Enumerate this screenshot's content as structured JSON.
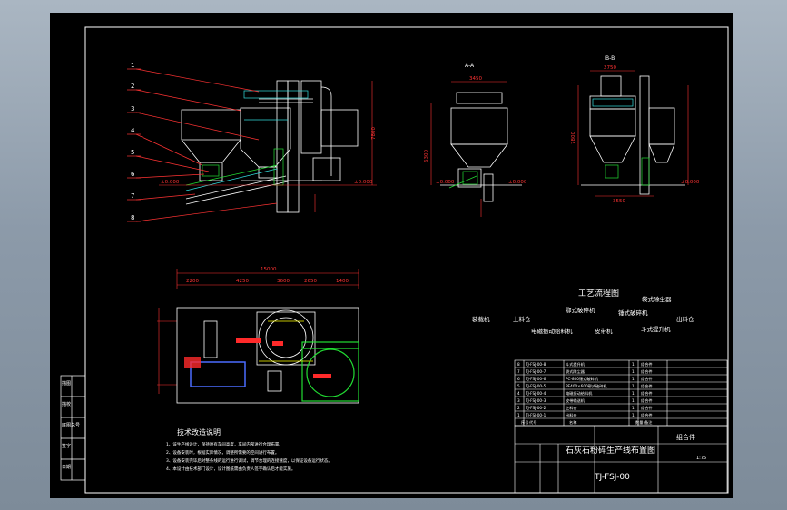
{
  "drawing": {
    "process_title": "工艺流程图",
    "process_nodes": [
      "袋式除尘器",
      "鄂式破碎机",
      "锤式破碎机",
      "斗式提升机",
      "出料仓",
      "装载机",
      "上料仓",
      "电磁振动给料机",
      "皮带机"
    ],
    "main_title": "石灰石粉碎生产线布置图",
    "drawing_no": "TJ-FSJ-00",
    "assembly": "组合件",
    "scale": "1:75",
    "notes_title": "技术改造说明",
    "notes": [
      "1、该生产线设计，保持原有车间高度，车间内部进行合理布置。",
      "2、设备安装时，根据实际情况，调整所需要的空间进行布置。",
      "3、设备安装完毕后对整条线的运行进行调试，调节合理的连接速度，以保证设备运行状态。",
      "4、本设计由技术部门设计，设计图纸需由负责人签字确认后才能实施。"
    ],
    "section_labels": [
      "A-A",
      "B-B"
    ],
    "callouts": [
      "1",
      "2",
      "3",
      "4",
      "5",
      "6",
      "7",
      "8"
    ],
    "dims": {
      "total_length": "15000",
      "plan_segments": [
        "2200",
        "4250",
        "3600",
        "2650",
        "1400"
      ],
      "heights": [
        "7800",
        "6300",
        "7800"
      ],
      "levels": [
        "±0.000",
        "±0.000",
        "±0.000",
        "±0.000",
        "±0.000"
      ],
      "widths": [
        "3450",
        "2750",
        "3550"
      ]
    },
    "bom": [
      [
        "8",
        "TJ-FSJ-00-8",
        "斗式提升机",
        "1",
        "组合件"
      ],
      [
        "7",
        "TJ-FSJ-00-7",
        "袋式除尘器",
        "1",
        "组合件"
      ],
      [
        "6",
        "TJ-FSJ-00-6",
        "PC-800锤式破碎机",
        "1",
        "组合件"
      ],
      [
        "5",
        "TJ-FSJ-00-5",
        "PE400×600鄂式破碎机",
        "1",
        "组合件"
      ],
      [
        "4",
        "TJ-FSJ-00-4",
        "电磁振动给料机",
        "1",
        "组合件"
      ],
      [
        "3",
        "TJ-FSJ-00-3",
        "皮带输送机",
        "1",
        "组合件"
      ],
      [
        "2",
        "TJ-FSJ-00-2",
        "上料仓",
        "1",
        "组合件"
      ],
      [
        "1",
        "TJ-FSJ-00-1",
        "出料仓",
        "1",
        "组合件"
      ]
    ],
    "bom_header": [
      "序号",
      "代号",
      "名称",
      "数量",
      "备注"
    ],
    "left_strip": [
      "描图",
      "描校",
      "底图总号",
      "签字",
      "日期"
    ],
    "colors": {
      "lines": "#ffffff",
      "dims": "#ff3333",
      "equipment_green": "#22dd33",
      "equipment_cyan": "#33dddd",
      "blue": "#4a6cff",
      "red": "#ff2a2a",
      "yellow": "#ffff00"
    }
  }
}
